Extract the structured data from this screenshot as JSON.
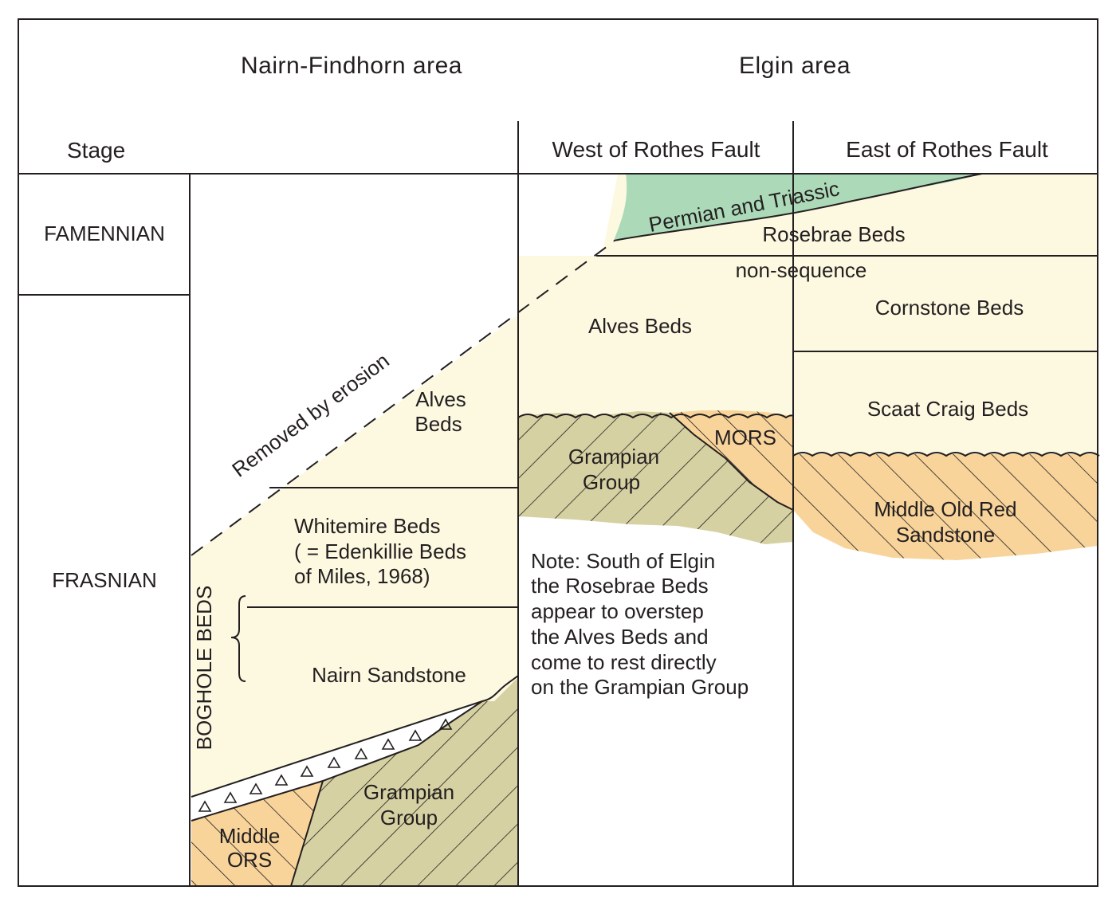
{
  "header": {
    "nairn_area": "Nairn-Findhorn area",
    "elgin_area": "Elgin area",
    "stage": "Stage",
    "west_fault": "West of Rothes Fault",
    "east_fault": "East of Rothes Fault"
  },
  "stages": {
    "famennian": "FAMENNIAN",
    "frasnian": "FRASNIAN"
  },
  "nairn_column": {
    "removed": "Removed by erosion",
    "alves_1": "Alves",
    "alves_2": "Beds",
    "whitemire_1": "Whitemire Beds",
    "whitemire_2": "( = Edenkillie Beds",
    "whitemire_3": "of Miles, 1968)",
    "nairn_sandstone": "Nairn Sandstone",
    "boghole": "BOGHOLE BEDS",
    "grampian_1": "Grampian",
    "grampian_2": "Group",
    "middle_ors_1": "Middle",
    "middle_ors_2": "ORS"
  },
  "west_column": {
    "alves": "Alves Beds",
    "grampian_1": "Grampian",
    "grampian_2": "Group",
    "mors": "MORS",
    "note": [
      "Note: South of Elgin",
      "the Rosebrae Beds",
      "appear to overstep",
      "the Alves Beds and",
      "come to rest directly",
      "on the Grampian Group"
    ]
  },
  "east_column": {
    "rosebrae": "Rosebrae Beds",
    "cornstone": "Cornstone Beds",
    "scaat": "Scaat Craig Beds",
    "mors_1": "Middle Old Red",
    "mors_2": "Sandstone"
  },
  "shared": {
    "permian": "Permian and Triassic",
    "non_sequence": "non-sequence"
  },
  "colors": {
    "cream": "#fdf9e1",
    "orange": "#f8d49b",
    "khaki": "#d6d1a2",
    "green": "#acdab9",
    "ink": "#231f20"
  }
}
